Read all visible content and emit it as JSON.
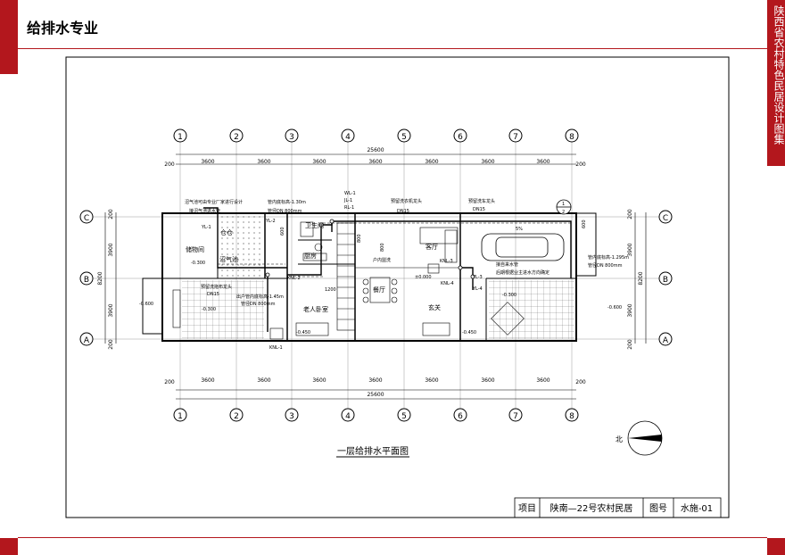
{
  "header": {
    "title": "给排水专业"
  },
  "side_band": {
    "text": "陕西省农村特色民居设计图集"
  },
  "grid": {
    "columns": [
      "1",
      "2",
      "3",
      "4",
      "5",
      "6",
      "7",
      "8"
    ],
    "rows": [
      "C",
      "B",
      "A"
    ],
    "edge_dim": "200",
    "bay_dim": "3600",
    "total_dim": "25600",
    "row_dim": "3900",
    "row_total": "8200",
    "row_edge": "200"
  },
  "rooms": {
    "storage": "储物间",
    "warehouse": "仓仓",
    "biogas": "沼气池",
    "kitchen": "厨房",
    "bathroom": "卫生间",
    "dining": "餐厅",
    "elder": "老人卧室",
    "living": "客厅",
    "entrance": "玄关"
  },
  "labels": {
    "biogas_note": "沼气池可由专业厂家进行设计",
    "biogas_pipe": "接沼气池进水管",
    "pipe_elev1": "管内底标高-1.30m",
    "pipe_dia1": "管径DN 800mm",
    "wl1": "WL-1",
    "jl1": "JL-1",
    "rl1": "RL-1",
    "yl1": "YL-1",
    "yl2": "YL-2",
    "yl3": "YL-3",
    "yl4": "YL-4",
    "knl1": "KNL-1",
    "knl2": "KNL-2",
    "knl3": "KNL-3",
    "knl4": "KNL-4",
    "washer": "预留洗衣机龙头",
    "carwash": "预留洗车龙头",
    "dn15_a": "DN15",
    "dn15_b": "DN15",
    "dn15_c": "DN15",
    "mop": "预留洗拖布龙头",
    "mop_note": "户内盥洗",
    "outlet_elev": "出户管内底标高-1.45m",
    "outlet_dia": "管径DN 800mm",
    "tap_water": "接自来水管",
    "tap_note": "后期根据业主进水方向确定",
    "pipe_elev2": "管内底标高-1.295m",
    "pipe_dia2": "管径DN 800mm",
    "elev_0300a": "-0.300",
    "elev_0300b": "-0.300",
    "elev_0300c": "-0.300",
    "elev_0450a": "-0.450",
    "elev_0450b": "-0.450",
    "elev_0600a": "-0.600",
    "elev_0600b": "-0.600",
    "elev_0000": "±0.000",
    "dim_600a": "600",
    "dim_600b": "600",
    "dim_800a": "800",
    "dim_800b": "800",
    "dim_1200": "1200",
    "slope": "5%",
    "marker_1": "1",
    "marker_2": "2"
  },
  "drawing_title": "一层给排水平面图",
  "north": "北",
  "title_block": {
    "project_label": "项目",
    "project_value": "陕南—22号农村民居",
    "drawing_no_label": "图号",
    "drawing_no_value": "水施-01"
  }
}
